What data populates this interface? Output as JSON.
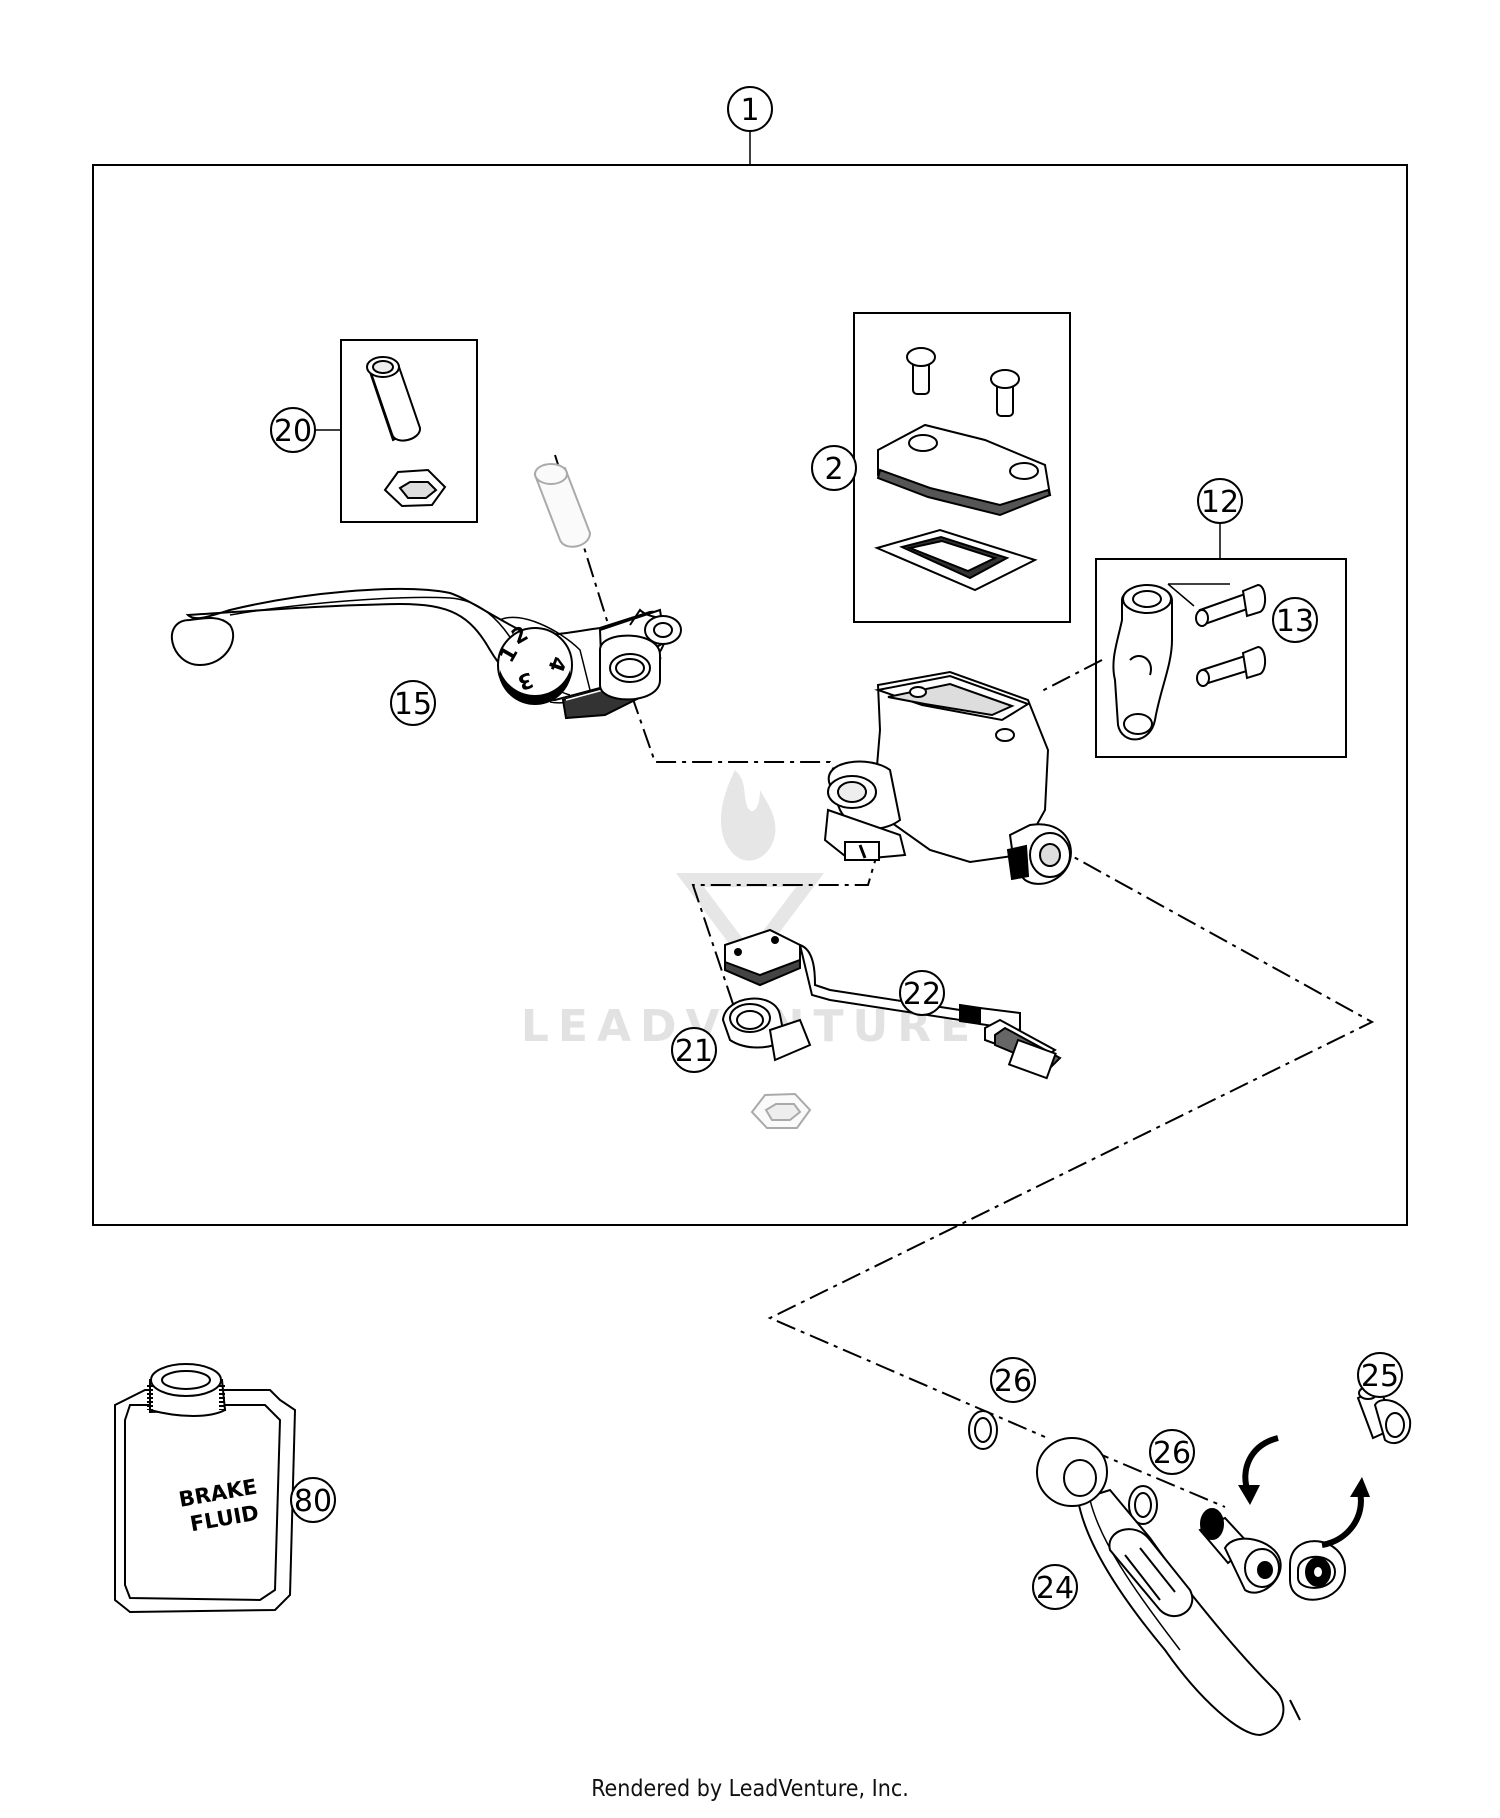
{
  "diagram": {
    "callouts": [
      {
        "id": "c1",
        "label": "1"
      },
      {
        "id": "c2",
        "label": "2"
      },
      {
        "id": "c12",
        "label": "12"
      },
      {
        "id": "c13",
        "label": "13"
      },
      {
        "id": "c15",
        "label": "15"
      },
      {
        "id": "c20",
        "label": "20"
      },
      {
        "id": "c21",
        "label": "21"
      },
      {
        "id": "c22",
        "label": "22"
      },
      {
        "id": "c24",
        "label": "24"
      },
      {
        "id": "c25",
        "label": "25"
      },
      {
        "id": "c26a",
        "label": "26"
      },
      {
        "id": "c26b",
        "label": "26"
      },
      {
        "id": "c80",
        "label": "80"
      }
    ],
    "dial_numbers": [
      "1",
      "2",
      "3",
      "4"
    ],
    "brake_fluid_label_line1": "BRAKE",
    "brake_fluid_label_line2": "FLUID",
    "watermark": "LEADVENTURE"
  },
  "footer": {
    "credit": "Rendered by LeadVenture, Inc."
  }
}
